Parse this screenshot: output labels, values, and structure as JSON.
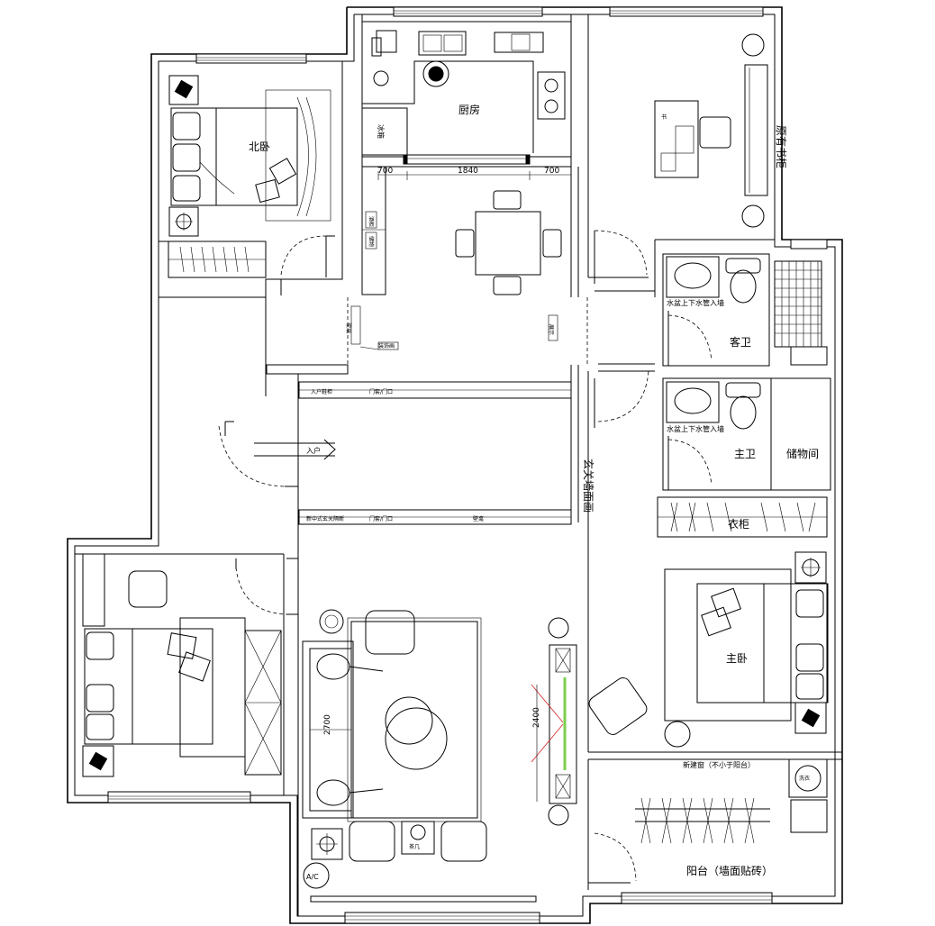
{
  "rooms": {
    "north_bedroom": "北卧",
    "kitchen": "厨房",
    "study_bookshelf": "原有书柜",
    "guest_bath": "客卫",
    "master_bath": "主卫",
    "storage": "储物间",
    "master_bedroom": "主卧",
    "balcony": "阳台（墙面贴砖）"
  },
  "fixtures": {
    "fridge": "冰箱",
    "entrance_wall": "玄关墙面画",
    "entry_arrow": "入户",
    "entry_shoe_cabinet": "入户鞋柜",
    "partition": "新中式玄关隔断",
    "wardrobe": "衣柜",
    "sink_note_guest": "水盆上下水管入墙",
    "sink_note_master": "水盆上下水管入墙",
    "washer": "洗衣",
    "new_window": "新建窗（不小于阳台）",
    "ac": "A/C",
    "books": "书",
    "table_mark": "茶几",
    "door_tag_1": "门套/门口",
    "door_tag_2": "门套/门口",
    "mirror_tag": "装饰画",
    "glass_tag": "玻璃",
    "shelf_tag": "展示",
    "niche_tag": "壁龛",
    "cab_tag_1": "酒柜",
    "cab_tag_2": "储物"
  },
  "dimensions": {
    "kitchen_left": "700",
    "kitchen_mid": "1840",
    "kitchen_right": "700",
    "sofa_length": "2700",
    "tv_wall": "2400"
  }
}
